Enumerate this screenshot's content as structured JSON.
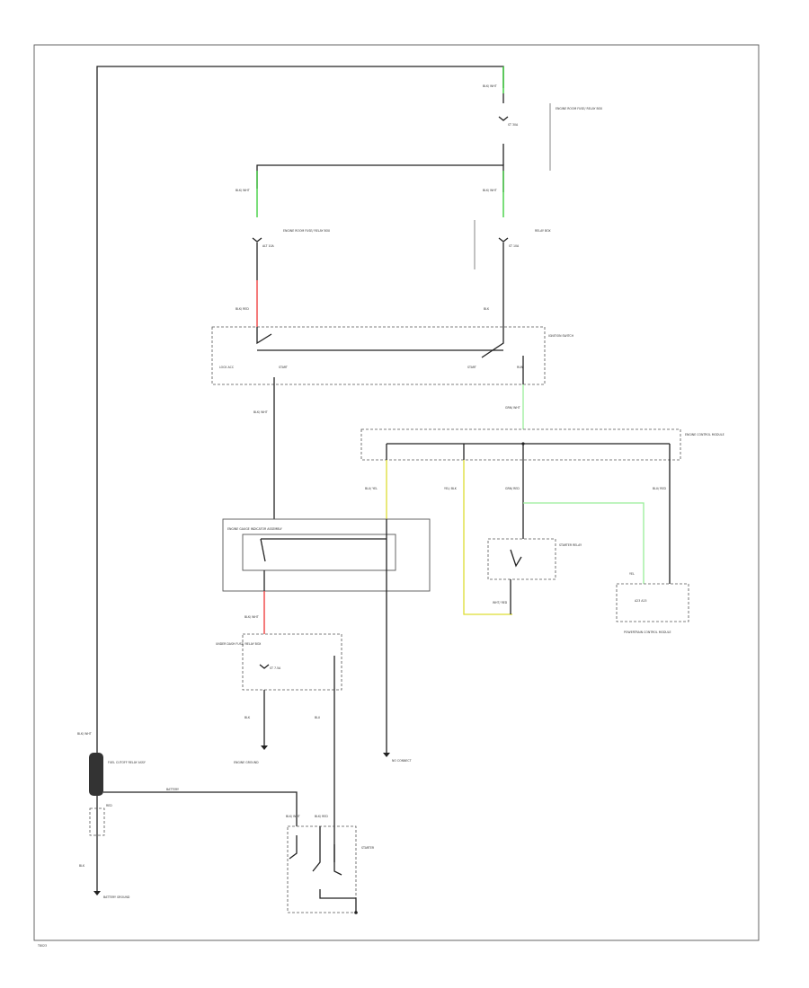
{
  "colors": {
    "wire": "#222222",
    "green_wire": "#33cc33",
    "light_green_wire": "#99ee99",
    "red_wire": "#ee3333",
    "yellow_wire": "#dddd33",
    "coil": "#333333"
  },
  "labels": {
    "wire_top_right": "BLK/ WHT",
    "fuse_top_right_desc": "ENGINE ROOM FUSE/ RELAY BOX",
    "fuse_top_right": "ST 30A",
    "wire_relay_left": "BLK/ WHT",
    "wire_relay_right": "BLK/ WHT",
    "fuse_left_desc": "ENGINE ROOM FUSE/ RELAY BOX",
    "fuse_left": "ALT 10A",
    "fuse_right_desc": "RELAY BOX",
    "fuse_right": "ST 10A",
    "wire_left_red": "BLK/ RED",
    "wire_right_black": "BLK",
    "ignition_switch": "IGNITION SWITCH",
    "ign_left": "LOCK ACC",
    "ign_left_2": "START",
    "ign_right": "START",
    "ign_right_2": "RUN",
    "wire_blk_wht_mid": "BLK/ WHT",
    "wire_grn_wht": "GRN/ WHT",
    "gauge_box_desc": "ENGINE GAUGE INDICATOR ASSEMBLY",
    "wire_blu_yel": "BLU/ YEL",
    "wire_yel_blk": "YEL/ BLK",
    "wire_grn_red": "GRN/ RED",
    "wire_blu_red": "BLU/ RED",
    "wire_blk_wht_2": "BLK/ WHT",
    "control_module": "ENGINE CONTROL MODULE",
    "starter_relay": "STARTER RELAY",
    "wire_wht_red": "WHT/ RED",
    "wire_yel": "YEL",
    "pcm": "POWERTRAIN CONTROL MODULE",
    "pcm_pins": "A23 A15",
    "relay_box_desc": "UNDER DASH FUSE/ RELAY BOX",
    "relay_fuse": "ST 7.5A",
    "wire_blk_2": "BLK",
    "wire_blu": "BLU",
    "ground_left": "ENGINE GROUND",
    "ground_right": "NO CONNECT",
    "coil_desc": "FUEL CUTOFF RELAY ASSY",
    "coil_wire": "BLK/ WHT",
    "wire_bat": "BATTERY",
    "wire_red": "RED",
    "wire_bat_2": "BLK",
    "battery_ground": "BATTERY GROUND",
    "starter_wire_1": "BLK/ WHT",
    "starter_wire_2": "BLK/ RED",
    "starter": "STARTER",
    "page_code": "T8023"
  }
}
